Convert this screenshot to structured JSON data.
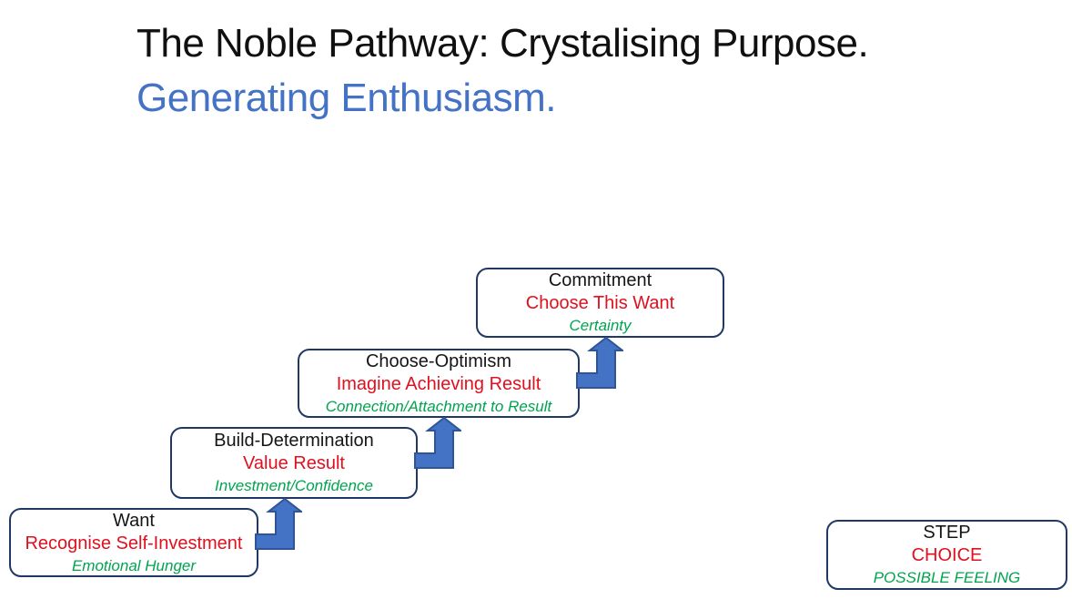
{
  "title": {
    "line1": "The Noble Pathway: Crystalising Purpose.",
    "line2": "Generating Enthusiasm."
  },
  "steps": [
    {
      "step": "Want",
      "choice": "Recognise Self-Investment",
      "feeling": "Emotional Hunger"
    },
    {
      "step": "Build-Determination",
      "choice": "Value Result",
      "feeling": "Investment/Confidence"
    },
    {
      "step": "Choose-Optimism",
      "choice": "Imagine Achieving Result",
      "feeling": "Connection/Attachment to Result"
    },
    {
      "step": "Commitment",
      "choice": "Choose This Want",
      "feeling": "Certainty"
    }
  ],
  "legend": {
    "step": "STEP",
    "choice": "CHOICE",
    "feeling": "POSSIBLE FEELING"
  },
  "colors": {
    "title_black": "#101010",
    "subtitle_blue": "#4472c4",
    "step_text_black": "#151515",
    "choice_text_red": "#e0101e",
    "feeling_text_green": "#00a44f",
    "box_border_navy": "#1f3864",
    "arrow_fill_blue": "#4472c4",
    "arrow_border_blue": "#2f5597",
    "background": "#ffffff"
  }
}
